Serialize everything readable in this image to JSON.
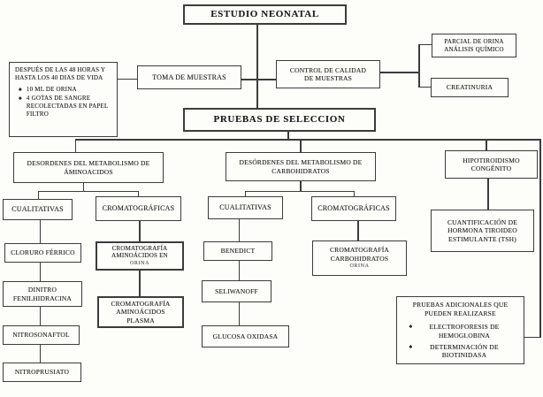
{
  "colors": {
    "background": "#fdfdfa",
    "line": "#3c3c3c",
    "text": "#1e1e1e"
  },
  "bullet_icon": "♠",
  "nodes": {
    "estudio": {
      "label": "ESTUDIO NEONATAL"
    },
    "toma": {
      "label": "TOMA DE MUESTRAS"
    },
    "control": {
      "label": "CONTROL DE CALIDAD DE MUESTRAS"
    },
    "parcial": {
      "label": "PARCIAL DE ORINA ANÁLISIS QUÍMICO"
    },
    "creatinuria": {
      "label": "CREATINURIA"
    },
    "despues": {
      "header": "DESPUÉS DE LAS 48 HORAS Y HASTA LOS 40 DIAS DE VIDA",
      "bullets": [
        "10 ML DE ORINA",
        "4 GOTAS DE SANGRE RECOLECTADAS EN PAPEL FILTRO"
      ]
    },
    "pruebas_seleccion": {
      "label": "PRUEBAS DE SELECCION"
    },
    "desordenes_amino": {
      "label": "DESORDENES DEL METABOLISMO DE ÁMINOACIDOS"
    },
    "desordenes_carb": {
      "label": "DESÓRDENES DEL METABOLISMO DE CARBOHIDRATOS"
    },
    "hipotiroidismo": {
      "label": "HIPOTIROIDISMO CONGÉNITO"
    },
    "cualitativas_amino": {
      "label": "CUALITATIVAS"
    },
    "cromatograficas_amino": {
      "label": "CROMATOGRÁFICAS"
    },
    "cualitativas_carb": {
      "label": "CUALITATIVAS"
    },
    "cromatograficas_carb": {
      "label": "CROMATOGRÁFICAS"
    },
    "cuantificacion": {
      "label": "CUANTIFICACIÓN DE HORMONA TIROIDEO ESTIMULANTE (TSH)"
    },
    "cloruro": {
      "label": "CLORURO FÉRRICO"
    },
    "dinitro": {
      "label": "DINITRO FENILHIDRACINA"
    },
    "nitrosonaftol": {
      "label": "NITROSONAFTOL"
    },
    "nitroprusiato": {
      "label": "NITROPRUSIATO"
    },
    "croma_amino_orina": {
      "main": "CROMATOGRAFÍA AMINOÁCIDOS EN",
      "sub": "ORINA"
    },
    "croma_amino_plasma": {
      "label": "CROMATOGRAFÍA AMINOÁCIDOS PLASMA"
    },
    "benedict": {
      "label": "BENEDICT"
    },
    "seliwanoff": {
      "label": "SELIWANOFF"
    },
    "glucosa": {
      "label": "GLUCOSA OXIDASA"
    },
    "croma_carb": {
      "main": "CROMATOGRAFÍA CARBOHIDRATOS",
      "sub": "ORINA"
    },
    "pruebas_adicionales": {
      "header": "PRUEBAS ADICIONALES QUE PUEDEN REALIZARSE",
      "bullets": [
        "ELECTROFORESIS DE HEMOGLOBINA",
        "DETERMINACIÓN DE BIOTINIDASA"
      ]
    }
  }
}
